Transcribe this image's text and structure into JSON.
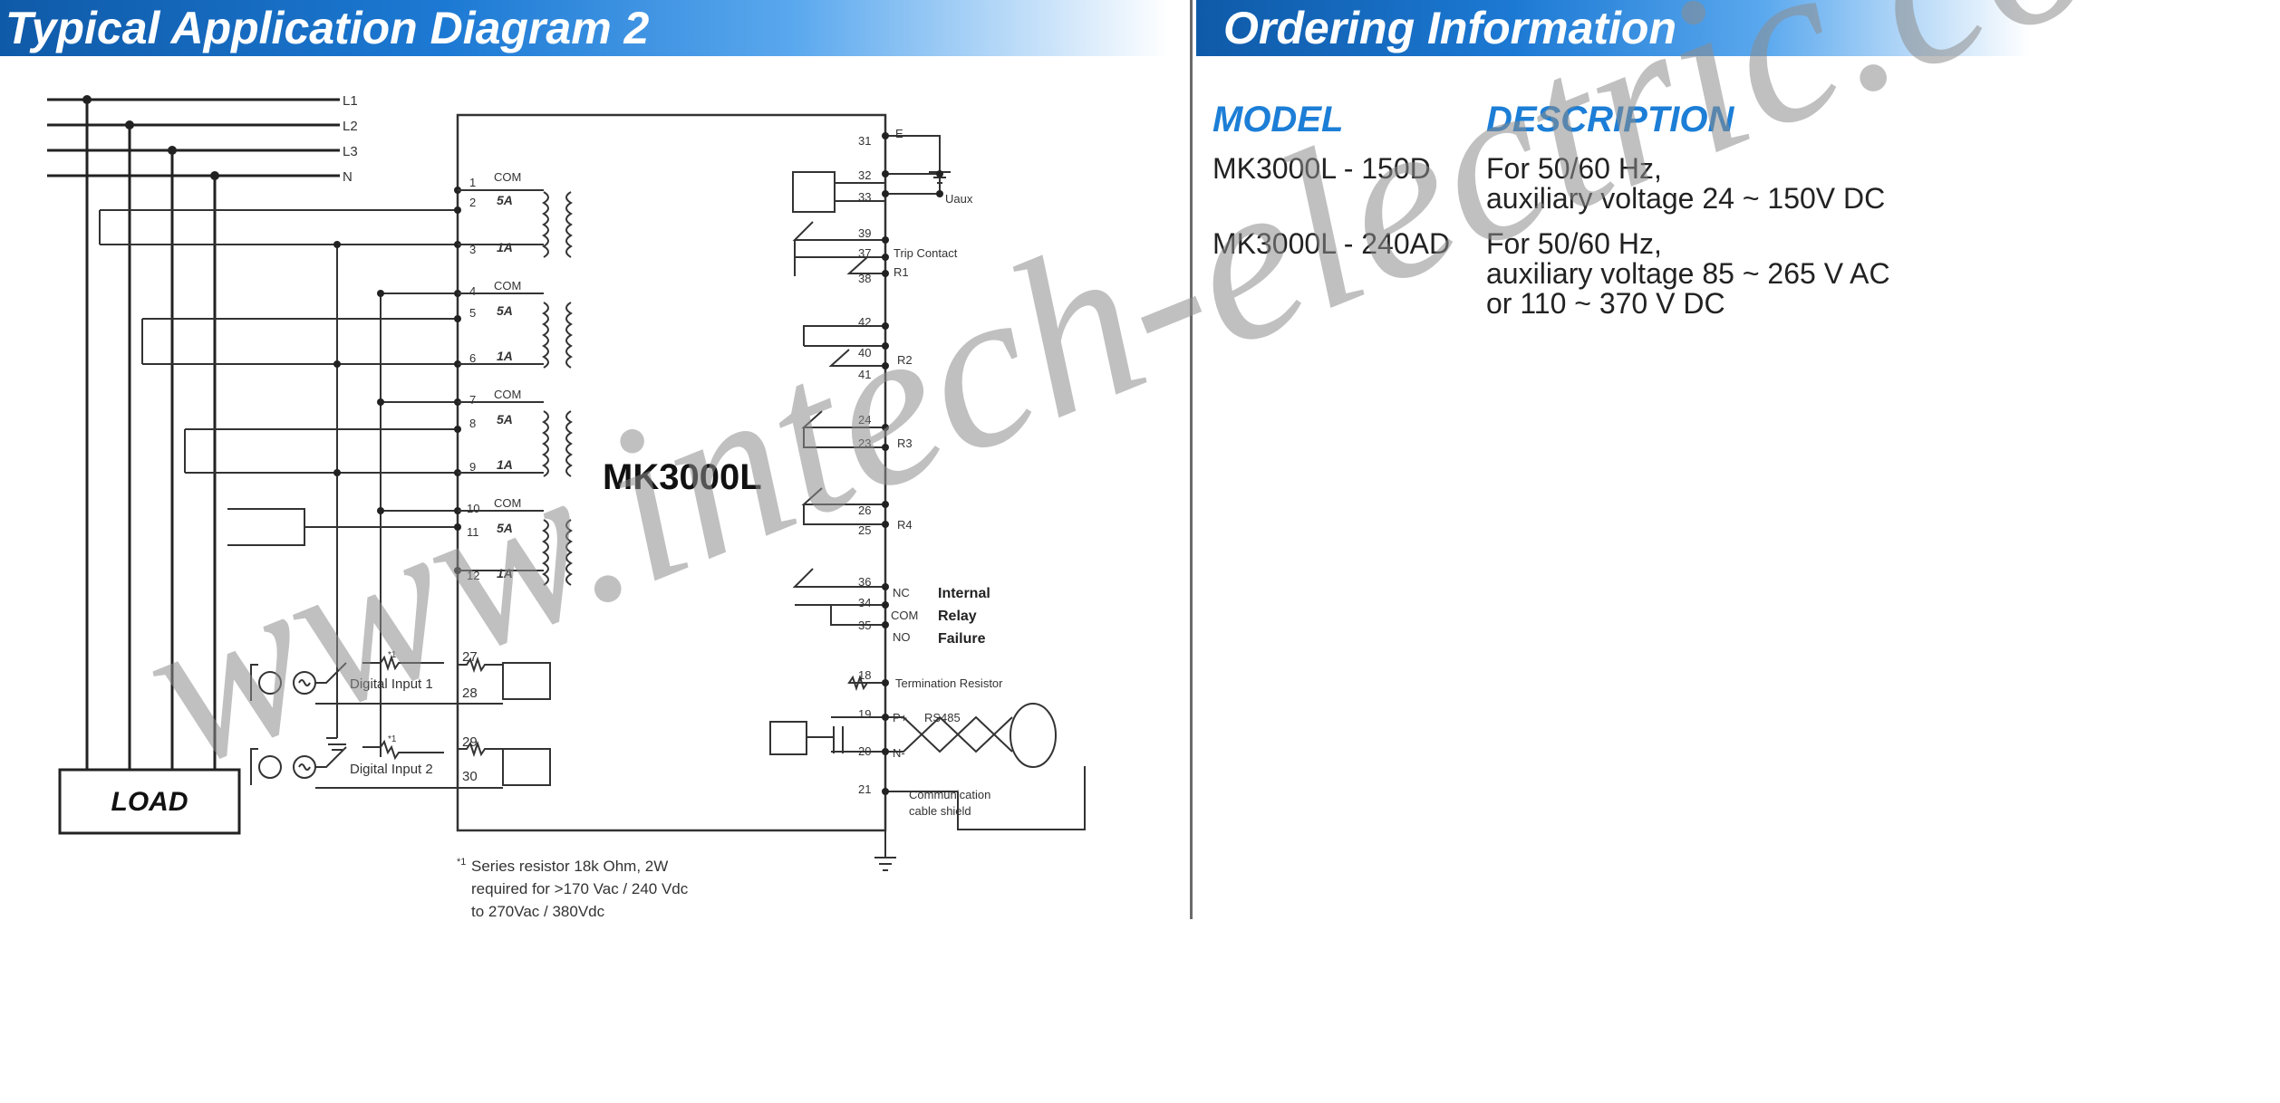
{
  "left_header": "Typical Application Diagram 2",
  "right_header": "Ordering Information",
  "diagram": {
    "model_label": "MK3000L",
    "load_label": "LOAD",
    "lines": [
      "L1",
      "L2",
      "L3",
      "N"
    ],
    "ct_groups": [
      {
        "com": "1",
        "t5a": "2",
        "t1a": "3"
      },
      {
        "com": "4",
        "t5a": "5",
        "t1a": "6"
      },
      {
        "com": "7",
        "t5a": "8",
        "t1a": "9"
      },
      {
        "com": "10",
        "t5a": "11",
        "t1a": "12"
      }
    ],
    "com_label": "COM",
    "label_5a": "5A",
    "label_1a": "1A",
    "digital_inputs": [
      {
        "label": "Digital Input 1",
        "t1": "27",
        "t2": "28",
        "note": "*1"
      },
      {
        "label": "Digital Input 2",
        "t1": "29",
        "t2": "30",
        "note": "*1"
      }
    ],
    "right_terminals": {
      "e": "31",
      "e_label": "E",
      "uaux1": "32",
      "uaux2": "33",
      "uaux_label": "Uaux",
      "trip1": "39",
      "trip2": "37",
      "trip3": "38",
      "trip_label": "Trip Contact",
      "r1": "R1",
      "r2a": "42",
      "r2b": "40",
      "r2c": "41",
      "r2": "R2",
      "r3a": "24",
      "r3b": "23",
      "r3": "R3",
      "r4a": "26",
      "r4b": "25",
      "r4": "R4",
      "ir1": "36",
      "ir2": "34",
      "ir3": "35",
      "nc": "NC",
      "com": "COM",
      "no": "NO",
      "internal": "Internal",
      "relay": "Relay",
      "failure": "Failure",
      "rs18": "18",
      "term_res": "Termination Resistor",
      "rs19": "19",
      "pplus": "P+",
      "rs485": "RS485",
      "rs20": "20",
      "nminus": "N-",
      "rs21": "21",
      "shield1": "Communication",
      "shield2": "cable shield"
    },
    "footnote": {
      "mark": "*1",
      "line1": "Series resistor 18k Ohm, 2W",
      "line2": "required for >170 Vac / 240 Vdc",
      "line3": "to 270Vac / 380Vdc"
    }
  },
  "ordering": {
    "col_model": "MODEL",
    "col_description": "DESCRIPTION",
    "rows": [
      {
        "model": "MK3000L - 150D",
        "desc_lines": [
          "For 50/60 Hz,",
          "auxiliary voltage 24 ~ 150V DC"
        ]
      },
      {
        "model": "MK3000L - 240AD",
        "desc_lines": [
          "For 50/60 Hz,",
          "auxiliary voltage 85 ~ 265 V AC",
          "or 110 ~ 370 V DC"
        ]
      }
    ]
  },
  "watermark": "www.intech-electric.com.my"
}
